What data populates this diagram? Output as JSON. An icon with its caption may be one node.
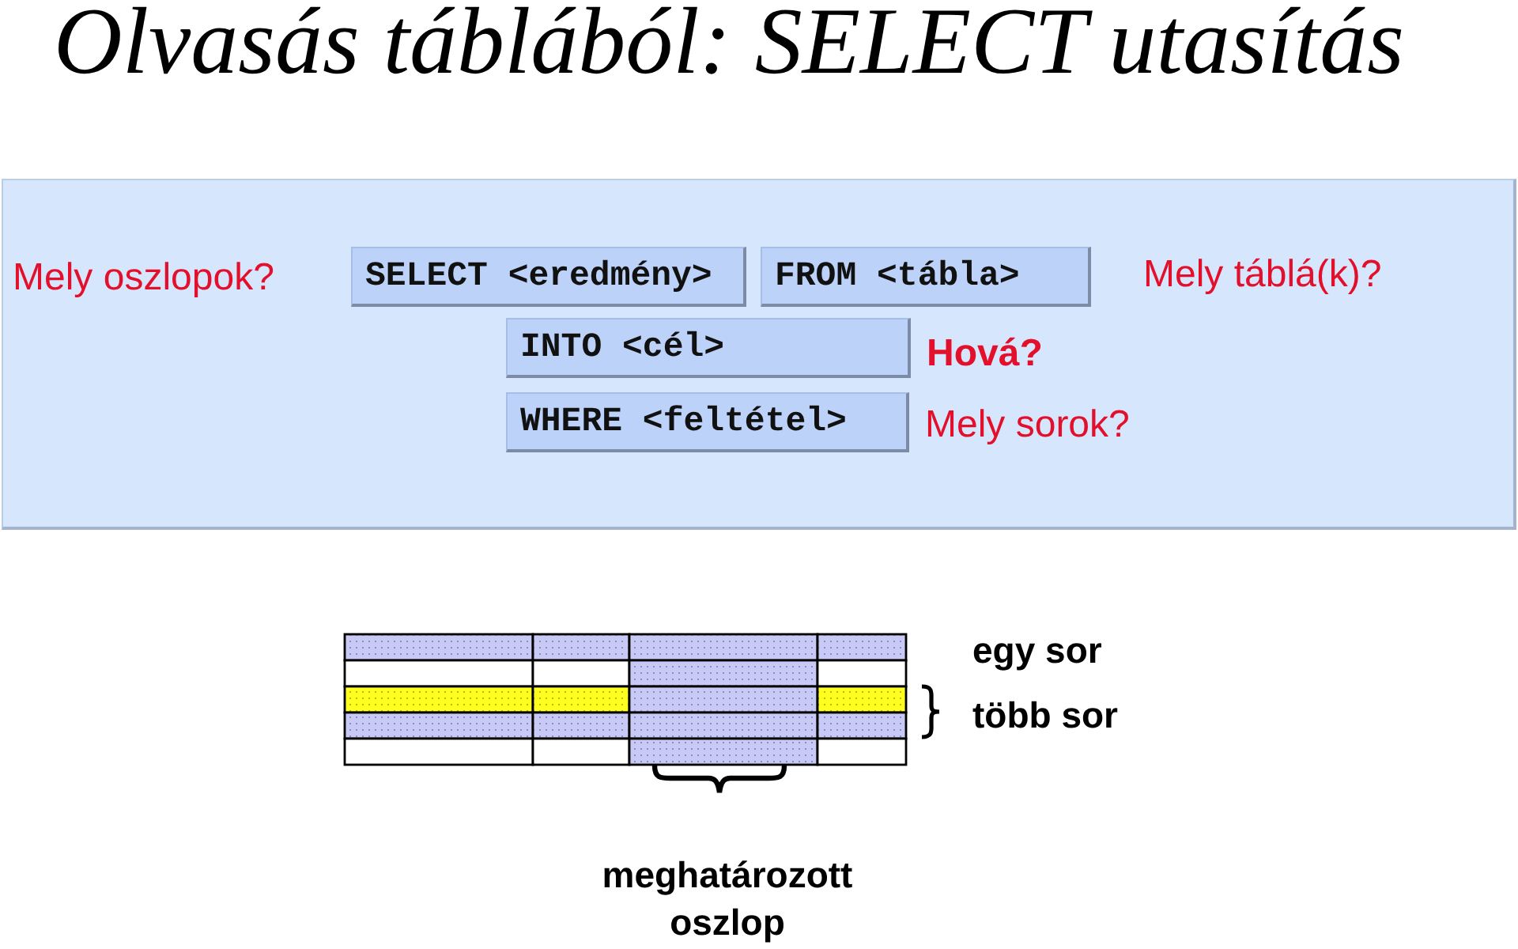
{
  "diagram": {
    "title": "Olvasás táblából: SELECT utasítás",
    "nodes": [
      {
        "text": [
          "SELECT <eredmény>"
        ],
        "beside": [
          "Mely oszlopok?"
        ]
      },
      {
        "text": [
          "FROM <tábla>"
        ],
        "beside": [
          "Mely táblá(k)?"
        ]
      },
      {
        "text": [
          "INTO <cél>"
        ],
        "beside": [
          "Hová?"
        ]
      },
      {
        "text": [
          "WHERE <feltétel>"
        ],
        "beside": [
          "Mely sorok?"
        ]
      }
    ],
    "labels": [
      "egy sor",
      "több sor",
      "meghatározott oszlop"
    ]
  }
}
